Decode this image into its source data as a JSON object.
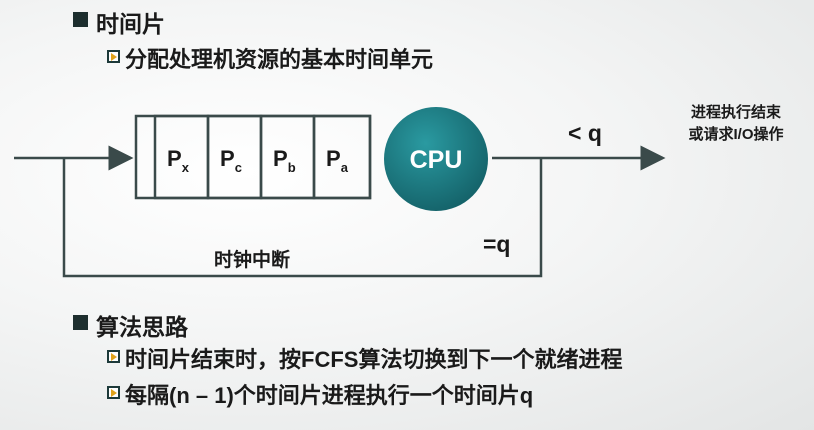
{
  "section1": {
    "heading": "时间片",
    "sub": "分配处理机资源的基本时间单元"
  },
  "diagram": {
    "queue": [
      {
        "main": "P",
        "sub": "x"
      },
      {
        "main": "P",
        "sub": "c"
      },
      {
        "main": "P",
        "sub": "b"
      },
      {
        "main": "P",
        "sub": "a"
      }
    ],
    "cpu_label": "CPU",
    "less_than_label": "< q",
    "exit_label_line1": "进程执行结束",
    "exit_label_line2": "或请求I/O操作",
    "equal_label": "=q",
    "interrupt_label": "时钟中断",
    "colors": {
      "cpu_fill": "#1e7f86",
      "line": "#3a4a4a"
    }
  },
  "section2": {
    "heading": "算法思路",
    "items": [
      "时间片结束时，按FCFS算法切换到下一个就绪进程",
      "每隔(n – 1)个时间片进程执行一个时间片q"
    ]
  }
}
